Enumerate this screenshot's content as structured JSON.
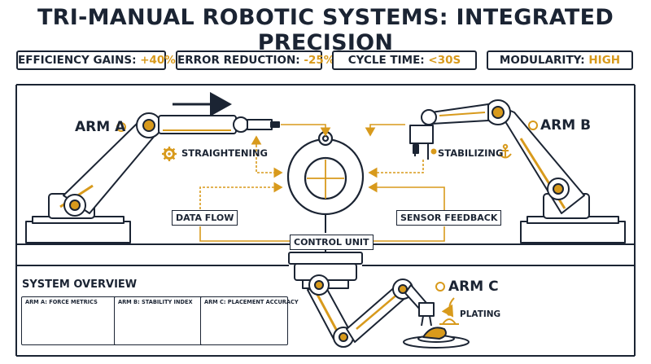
{
  "title": "TRI-MANUAL ROBOTIC SYSTEMS: INTEGRATED PRECISION",
  "metrics": [
    {
      "label": "EFFICIENCY GAINS: ",
      "value": "+40%"
    },
    {
      "label": "ERROR REDUCTION: ",
      "value": "-25%"
    },
    {
      "label": "CYCLE TIME: ",
      "value": "<30S"
    },
    {
      "label": "MODULARITY: ",
      "value": "HIGH"
    }
  ],
  "arms": {
    "a": {
      "label": "ARM A",
      "action": "STRAIGHTENING"
    },
    "b": {
      "label": "ARM B",
      "action": "STABILIZING"
    },
    "c": {
      "label": "ARM C",
      "action": "PLATING"
    }
  },
  "flow": {
    "data_flow": "DATA FLOW",
    "sensor_feedback": "SENSOR FEEDBACK",
    "control_unit": "CONTROL UNIT"
  },
  "overview": {
    "title": "SYSTEM OVERVIEW",
    "charts": [
      {
        "title": "ARM A: FORCE METRICS",
        "type": "bar"
      },
      {
        "title": "ARM B: STABILITY INDEX",
        "type": "line"
      },
      {
        "title": "ARM C: PLACEMENT ACCURACY",
        "type": "line"
      }
    ]
  },
  "colors": {
    "navy": "#1b2433",
    "gold": "#d89a1c"
  }
}
